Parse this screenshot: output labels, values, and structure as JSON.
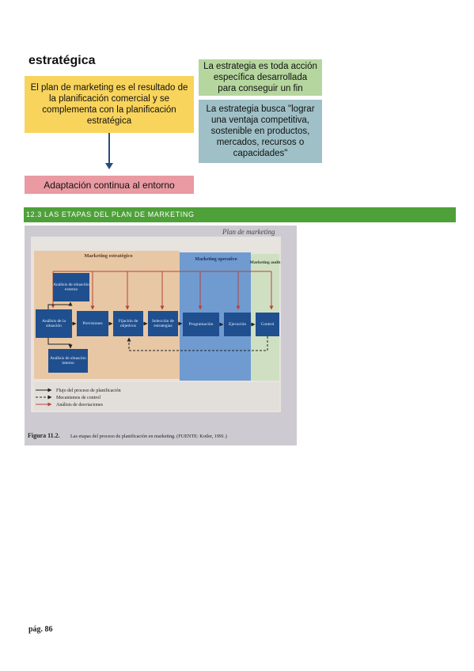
{
  "heading": "estratégica",
  "boxes": {
    "plan": "El plan de marketing es el resultado de la planificación comercial y se complementa con la planificación estratégica",
    "definicion": "La estrategia es toda acción específica desarrollada para conseguir un fin",
    "objetivo": "La estrategia busca \"lograr una ventaja competitiva, sostenible en productos, mercados, recursos o capacidades\"",
    "adaptacion": "Adaptación continua al entorno"
  },
  "section_band": "12.3 LAS ETAPAS DEL PLAN DE MARKETING",
  "figure": {
    "top_title": "Plan de marketing",
    "zones": {
      "estrategico": "Marketing estratégico",
      "operativo": "Marketing operativo",
      "audit": "Marketing audit"
    },
    "nodes": {
      "externo": "Análisis de situación externo",
      "situacion": "Análisis de la situación",
      "interno": "Análisis de situación interno",
      "previsiones": "Previsiones",
      "fijacion": "Fijación de objetivos",
      "seleccion": "Selección de estrategias",
      "programacion": "Programación",
      "ejecucion": "Ejecución",
      "control": "Control"
    },
    "legend": {
      "flujo": "Flujo del proceso de planificación",
      "mecanismos": "Mecanismos de control",
      "desviaciones": "Análisis de desviaciones"
    },
    "caption_label": "Figura 11.2.",
    "caption_text": "Las etapas del proceso de planificación en marketing. (FUENTE: Kotler, 1991.)"
  },
  "footer": "pág. 86",
  "colors": {
    "yellow": "#f9d45c",
    "green": "#b5d69e",
    "teal": "#9fc0c6",
    "pink": "#e99aa3",
    "band": "#4ea139",
    "node": "#1f4f8f"
  }
}
